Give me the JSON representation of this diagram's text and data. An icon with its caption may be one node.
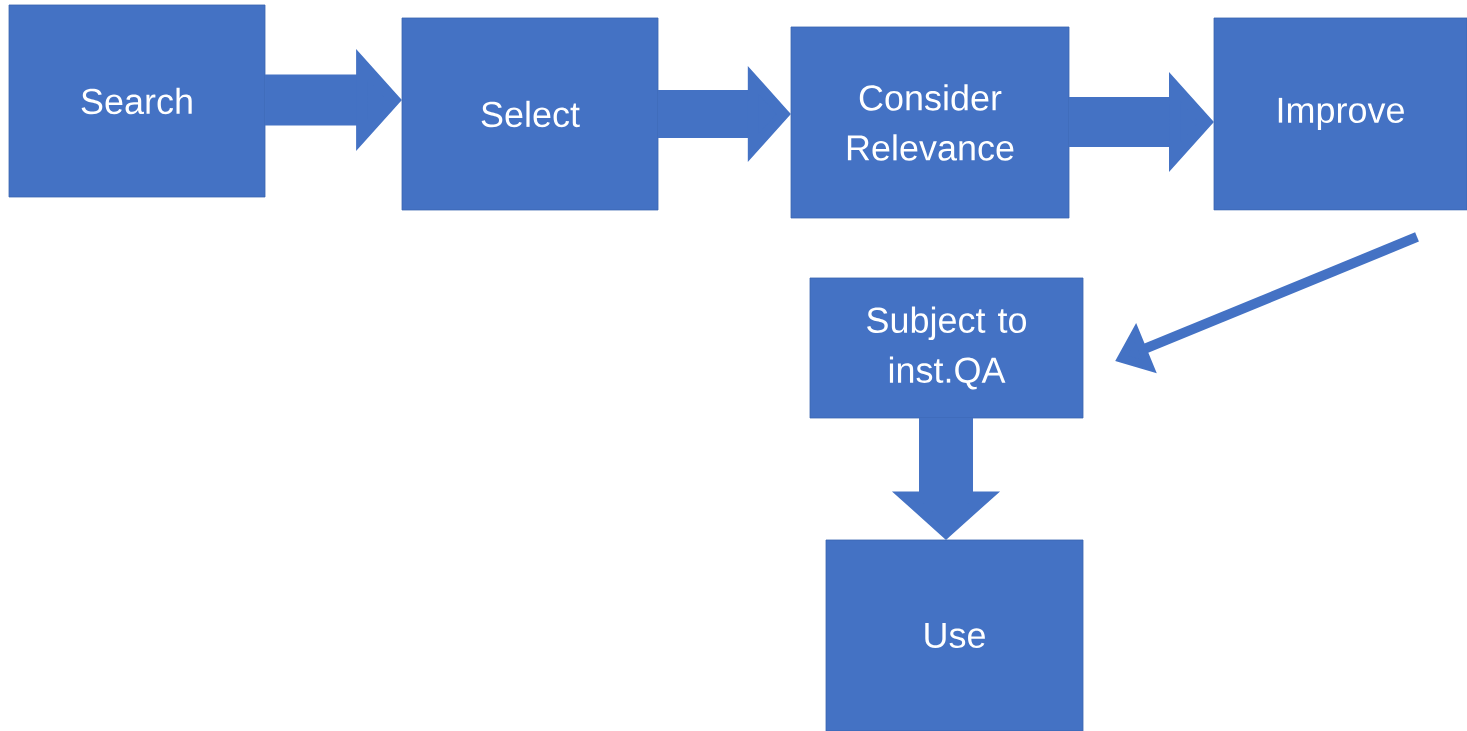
{
  "diagram": {
    "nodes": [
      {
        "text": [
          "Search"
        ]
      },
      {
        "text": [
          "Select"
        ]
      },
      {
        "text": [
          "Consider Relevance"
        ]
      },
      {
        "text": [
          "Improve"
        ]
      },
      {
        "text": [
          "Subject to inst.QA"
        ]
      },
      {
        "text": [
          "Use"
        ]
      }
    ],
    "edges": [
      {
        "from": 0,
        "to": 1,
        "arrow": "to"
      },
      {
        "from": 1,
        "to": 2,
        "arrow": "to"
      },
      {
        "from": 2,
        "to": 3,
        "arrow": "to"
      },
      {
        "from": 3,
        "to": 4,
        "arrow": "to"
      },
      {
        "from": 4,
        "to": 5,
        "arrow": "to"
      }
    ]
  }
}
